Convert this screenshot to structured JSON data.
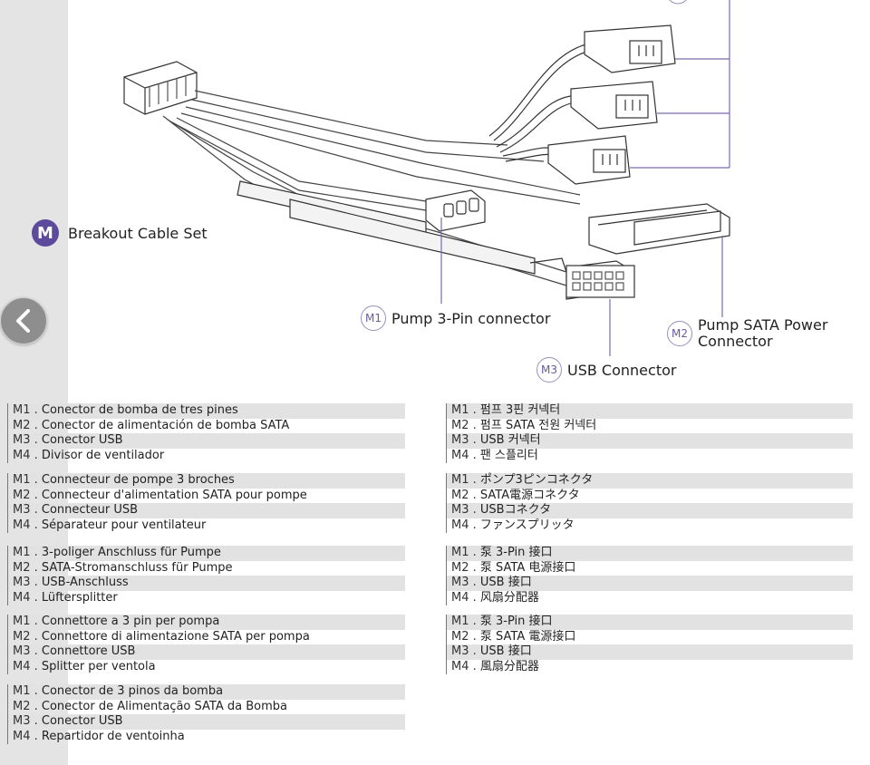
{
  "nav": {
    "back_icon": "chevron-left-icon"
  },
  "title": {
    "badge": "M",
    "label": "Breakout Cable Set"
  },
  "callouts": {
    "m1": {
      "badge": "M1",
      "label": "Pump 3-Pin connector"
    },
    "m2": {
      "badge": "M2",
      "label_line1": "Pump SATA Power",
      "label_line2": "Connector"
    },
    "m3": {
      "badge": "M3",
      "label": "USB Connector"
    }
  },
  "translations": {
    "spanish": [
      {
        "code": "M1 .",
        "text": "Conector de bomba de tres pines"
      },
      {
        "code": "M2 .",
        "text": "Conector de alimentación de bomba SATA"
      },
      {
        "code": "M3 .",
        "text": "Conector USB"
      },
      {
        "code": "M4 .",
        "text": "Divisor de ventilador"
      }
    ],
    "french": [
      {
        "code": "M1 .",
        "text": "Connecteur de pompe 3 broches"
      },
      {
        "code": "M2 .",
        "text": "Connecteur d'alimentation SATA pour pompe"
      },
      {
        "code": "M3 .",
        "text": "Connecteur USB"
      },
      {
        "code": "M4 .",
        "text": "Séparateur pour ventilateur"
      }
    ],
    "german": [
      {
        "code": "M1 .",
        "text": "3-poliger Anschluss für Pumpe"
      },
      {
        "code": "M2 .",
        "text": "SATA-Stromanschluss für Pumpe"
      },
      {
        "code": "M3 .",
        "text": "USB-Anschluss"
      },
      {
        "code": "M4 .",
        "text": "Lüftersplitter"
      }
    ],
    "italian": [
      {
        "code": "M1 .",
        "text": "Connettore a 3 pin per pompa"
      },
      {
        "code": "M2 .",
        "text": "Connettore di alimentazione SATA per pompa"
      },
      {
        "code": "M3 .",
        "text": "Connettore USB"
      },
      {
        "code": "M4 .",
        "text": "Splitter per ventola"
      }
    ],
    "portuguese": [
      {
        "code": "M1 .",
        "text": "Conector de 3 pinos da bomba"
      },
      {
        "code": "M2 .",
        "text": "Conector de Alimentação SATA da Bomba"
      },
      {
        "code": "M3 .",
        "text": "Conector USB"
      },
      {
        "code": "M4 .",
        "text": "Repartidor de ventoinha"
      }
    ],
    "korean": [
      {
        "code": "M1 .",
        "text": "펌프 3핀 커넥터"
      },
      {
        "code": "M2 .",
        "text": "펌프 SATA 전원 커넥터"
      },
      {
        "code": "M3 .",
        "text": "USB 커넥터"
      },
      {
        "code": "M4 .",
        "text": "팬 스플리터"
      }
    ],
    "japanese": [
      {
        "code": "M1 .",
        "text": "ポンプ3ピンコネクタ"
      },
      {
        "code": "M2 .",
        "text": "SATA電源コネクタ"
      },
      {
        "code": "M3 .",
        "text": "USBコネクタ"
      },
      {
        "code": "M4 .",
        "text": "ファンスプリッタ"
      }
    ],
    "chinese_simplified": [
      {
        "code": "M1 .",
        "text": "泵 3-Pin 接口"
      },
      {
        "code": "M2 .",
        "text": "泵 SATA 电源接口"
      },
      {
        "code": "M3 .",
        "text": "USB 接口"
      },
      {
        "code": "M4 .",
        "text": "风扇分配器"
      }
    ],
    "chinese_traditional": [
      {
        "code": "M1 .",
        "text": "泵 3-Pin 接口"
      },
      {
        "code": "M2 .",
        "text": "泵 SATA 電源接口"
      },
      {
        "code": "M3 .",
        "text": "USB 接口"
      },
      {
        "code": "M4 .",
        "text": "風扇分配器"
      }
    ]
  }
}
